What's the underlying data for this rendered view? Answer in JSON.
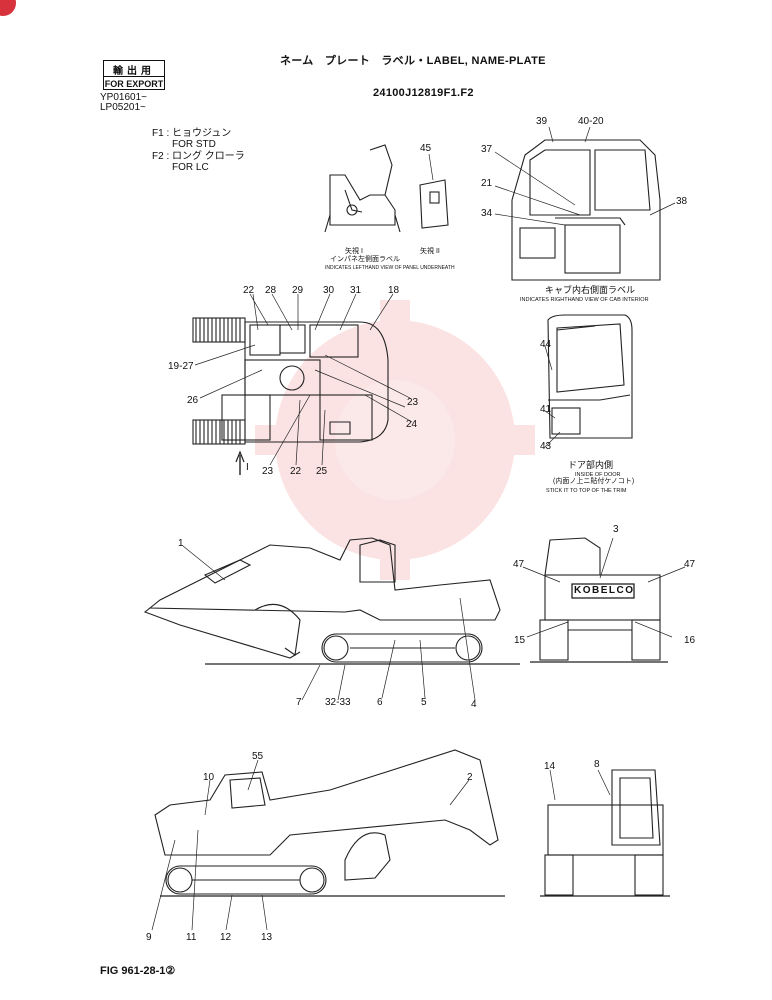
{
  "header": {
    "export_jp": "輸出用",
    "export_en": "FOR EXPORT",
    "serial_1": "YP01601~",
    "serial_2": "LP05201~",
    "title": "ネーム　プレート　ラベル・LABEL, NAME-PLATE",
    "part_no": "24100J12819F1.F2"
  },
  "legend": {
    "f1_code": "F1 :",
    "f1_jp": "ヒョウジュン",
    "f1_en": "FOR STD",
    "f2_code": "F2 :",
    "f2_jp": "ロング クローラ",
    "f2_en": "FOR LC"
  },
  "captions": {
    "seat_jp": "矢視 I",
    "seat_sub": "インパネ左側面ラベル",
    "seat_en": "INDICATES LEFTHAND VIEW OF PANEL UNDERNEATH",
    "pillar_jp": "矢視 II",
    "cab_jp": "キャブ内右側面ラベル",
    "cab_en": "INDICATES RIGHTHAND VIEW OF CAB INTERIOR",
    "door_jp": "ドア部内側",
    "door_en": "INSIDE OF DOOR",
    "door_jp2": "(内面ノ上ニ貼付ケノコト)",
    "door_en2": "STICK IT TO TOP OF THE TRIM",
    "arrow_label": "I"
  },
  "brand": "KOBELCO",
  "figure": "FIG 961-28-1②",
  "callouts": {
    "c39": "39",
    "c40_20": "40-20",
    "c37": "37",
    "c21": "21",
    "c38": "38",
    "c34": "34",
    "c45": "45",
    "c22a": "22",
    "c28": "28",
    "c29": "29",
    "c30": "30",
    "c31": "31",
    "c18": "18",
    "c19_27": "19-27",
    "c26": "26",
    "c23a": "23",
    "c24": "24",
    "c23b": "23",
    "c22b": "22",
    "c25": "25",
    "c44": "44",
    "c41": "41",
    "c43": "43",
    "c1": "1",
    "c7": "7",
    "c32_33": "32-33",
    "c6": "6",
    "c5": "5",
    "c4": "4",
    "c3": "3",
    "c47a": "47",
    "c47b": "47",
    "c15": "15",
    "c16": "16",
    "c55": "55",
    "c10": "10",
    "c2": "2",
    "c9": "9",
    "c11": "11",
    "c12": "12",
    "c13": "13",
    "c14": "14",
    "c8": "8"
  }
}
